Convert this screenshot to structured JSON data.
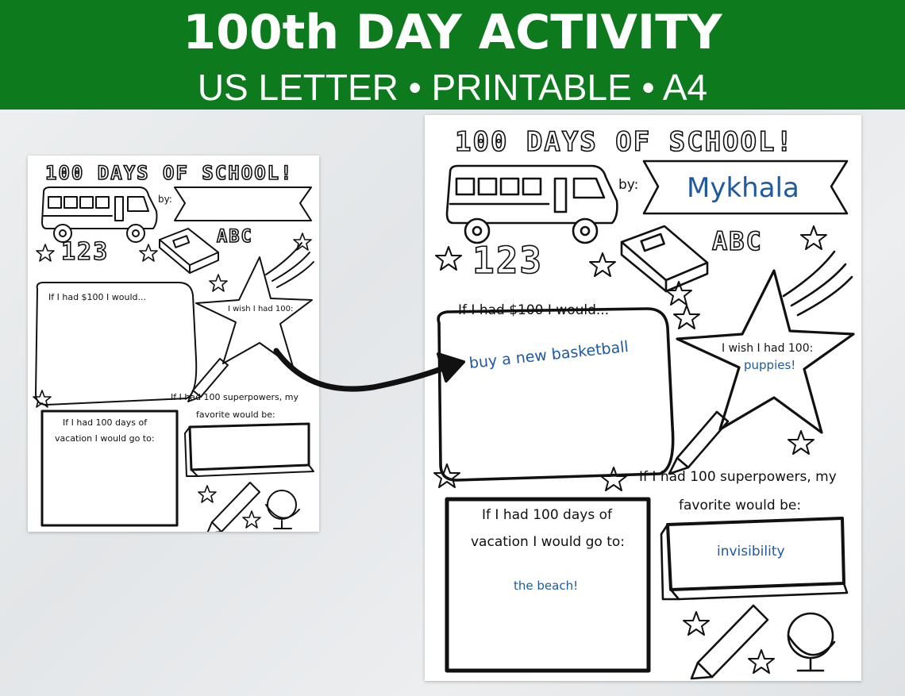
{
  "banner": {
    "title": "100th DAY ACTIVITY",
    "subtitle": "US LETTER • PRINTABLE • A4",
    "color": "#0e7a1e"
  },
  "worksheet": {
    "heading": "100 DAYS OF SCHOOL!",
    "by_label": "by:",
    "q_money": "If I had $100 I would...",
    "q_wish": "I wish I had 100:",
    "q_superpowers_1": "If I had 100 superpowers, my",
    "q_superpowers_2": "favorite would be:",
    "q_vacation_1": "If I had 100 days of",
    "q_vacation_2": "vacation I would go to:",
    "decor_numbers": "123",
    "decor_letters": "ABC"
  },
  "example_answers": {
    "name": "Mykhala",
    "money": "buy a new basketball",
    "wish": "puppies!",
    "superpower": "invisibility",
    "vacation": "the beach!",
    "ink_color": "#1f5aa0"
  },
  "icons": [
    "school-bus-icon",
    "book-icon",
    "crayon-icon",
    "pencil-icon",
    "globe-icon",
    "star-icon",
    "shooting-stars-icon",
    "curved-arrow-icon"
  ]
}
